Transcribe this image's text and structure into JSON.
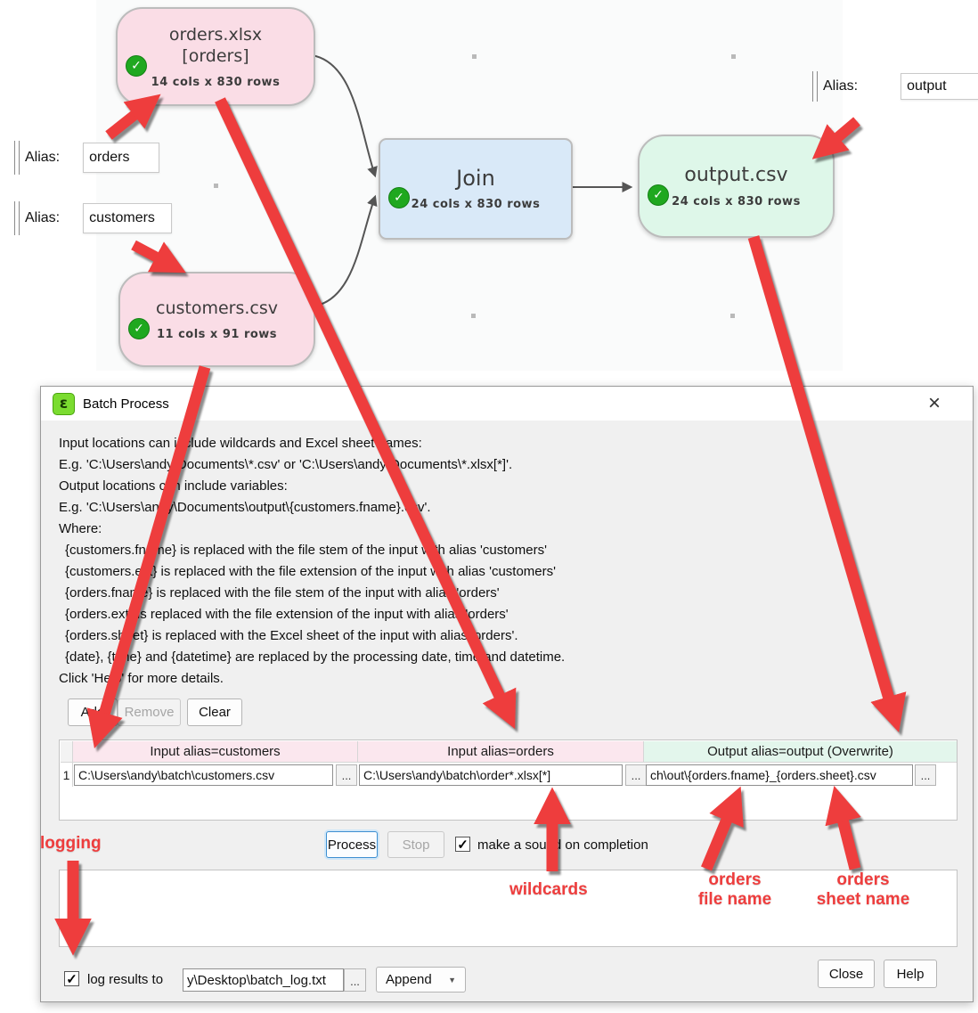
{
  "canvas": {
    "nodes": {
      "orders": {
        "title": "orders.xlsx",
        "subtitle": "[orders]",
        "stats": "14 cols x 830 rows",
        "check_glyph": "✓"
      },
      "customers": {
        "title": "customers.csv",
        "stats": "11 cols x 91 rows",
        "check_glyph": "✓"
      },
      "join": {
        "title": "Join",
        "stats": "24 cols x 830 rows",
        "check_glyph": "✓"
      },
      "output": {
        "title": "output.csv",
        "stats": "24 cols x 830 rows",
        "check_glyph": "✓"
      }
    },
    "alias_fields": {
      "orders": {
        "label": "Alias:",
        "value": "orders"
      },
      "customers": {
        "label": "Alias:",
        "value": "customers"
      },
      "output": {
        "label": "Alias:",
        "value": "output"
      }
    }
  },
  "dialog": {
    "icon_glyph": "ε",
    "title": "Batch Process",
    "close_glyph": "×",
    "instructions": [
      "Input locations can include wildcards and Excel sheet names:",
      "E.g. 'C:\\Users\\andy\\Documents\\*.csv' or 'C:\\Users\\andy\\Documents\\*.xlsx[*]'.",
      "Output locations can include variables:",
      "E.g. 'C:\\Users\\andy\\Documents\\output\\{customers.fname}.csv'.",
      "Where:",
      "{customers.fname} is replaced with the file stem of the input with alias 'customers'",
      "{customers.ext} is replaced with the file extension of the input with alias 'customers'",
      "{orders.fname} is replaced with the file stem of the input with alias 'orders'",
      "{orders.ext} is replaced with the file extension of the input with alias 'orders'",
      "{orders.sheet} is replaced with the Excel sheet of the input with alias 'orders'.",
      "{date}, {time} and {datetime} are replaced by the processing date, time and datetime.",
      "Click 'Help' for more details."
    ],
    "buttons": {
      "add": "Add",
      "remove": "Remove",
      "clear": "Clear",
      "process": "Process",
      "stop": "Stop",
      "close": "Close",
      "help": "Help"
    },
    "table": {
      "row_number": "1",
      "columns": [
        "Input alias=customers",
        "Input alias=orders",
        "Output alias=output (Overwrite)"
      ],
      "cells": [
        "C:\\Users\\andy\\batch\\customers.csv",
        "C:\\Users\\andy\\batch\\order*.xlsx[*]",
        "ch\\out\\{orders.fname}_{orders.sheet}.csv"
      ],
      "browse": "..."
    },
    "sound_checkbox": {
      "check_glyph": "✓",
      "label": "make a sound on completion"
    },
    "logging": {
      "check_glyph": "✓",
      "label": "log results to",
      "path": "y\\Desktop\\batch_log.txt",
      "browse": "...",
      "mode": "Append",
      "caret_glyph": "▼"
    }
  },
  "annotations": {
    "logging": "logging",
    "wildcards": "wildcards",
    "orders_file_1": "orders",
    "orders_file_2": "file name",
    "orders_sheet_1": "orders",
    "orders_sheet_2": "sheet name"
  },
  "colors": {
    "annotation_red": "#ee3d3d",
    "node_pink": "#fadde6",
    "node_blue": "#d9e9f8",
    "node_green": "#def7e9",
    "table_header_pink": "#fbe7ee",
    "table_header_green": "#e3f6ec",
    "check_green": "#1fa81f",
    "logo_green": "#7bdc30"
  }
}
